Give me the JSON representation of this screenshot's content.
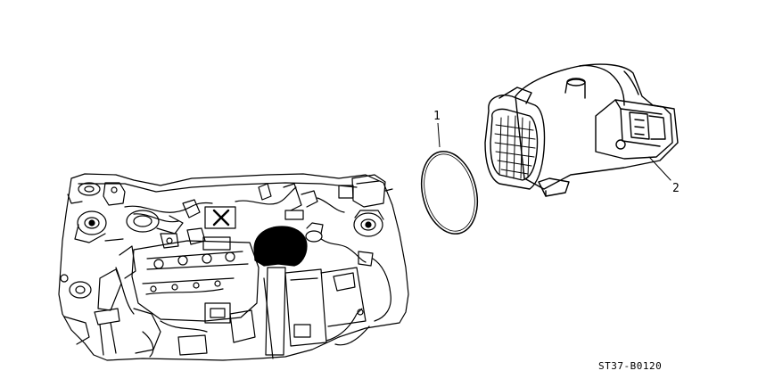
{
  "callouts": [
    {
      "number": "1"
    },
    {
      "number": "2"
    }
  ],
  "reference_code": "ST37-B0120"
}
